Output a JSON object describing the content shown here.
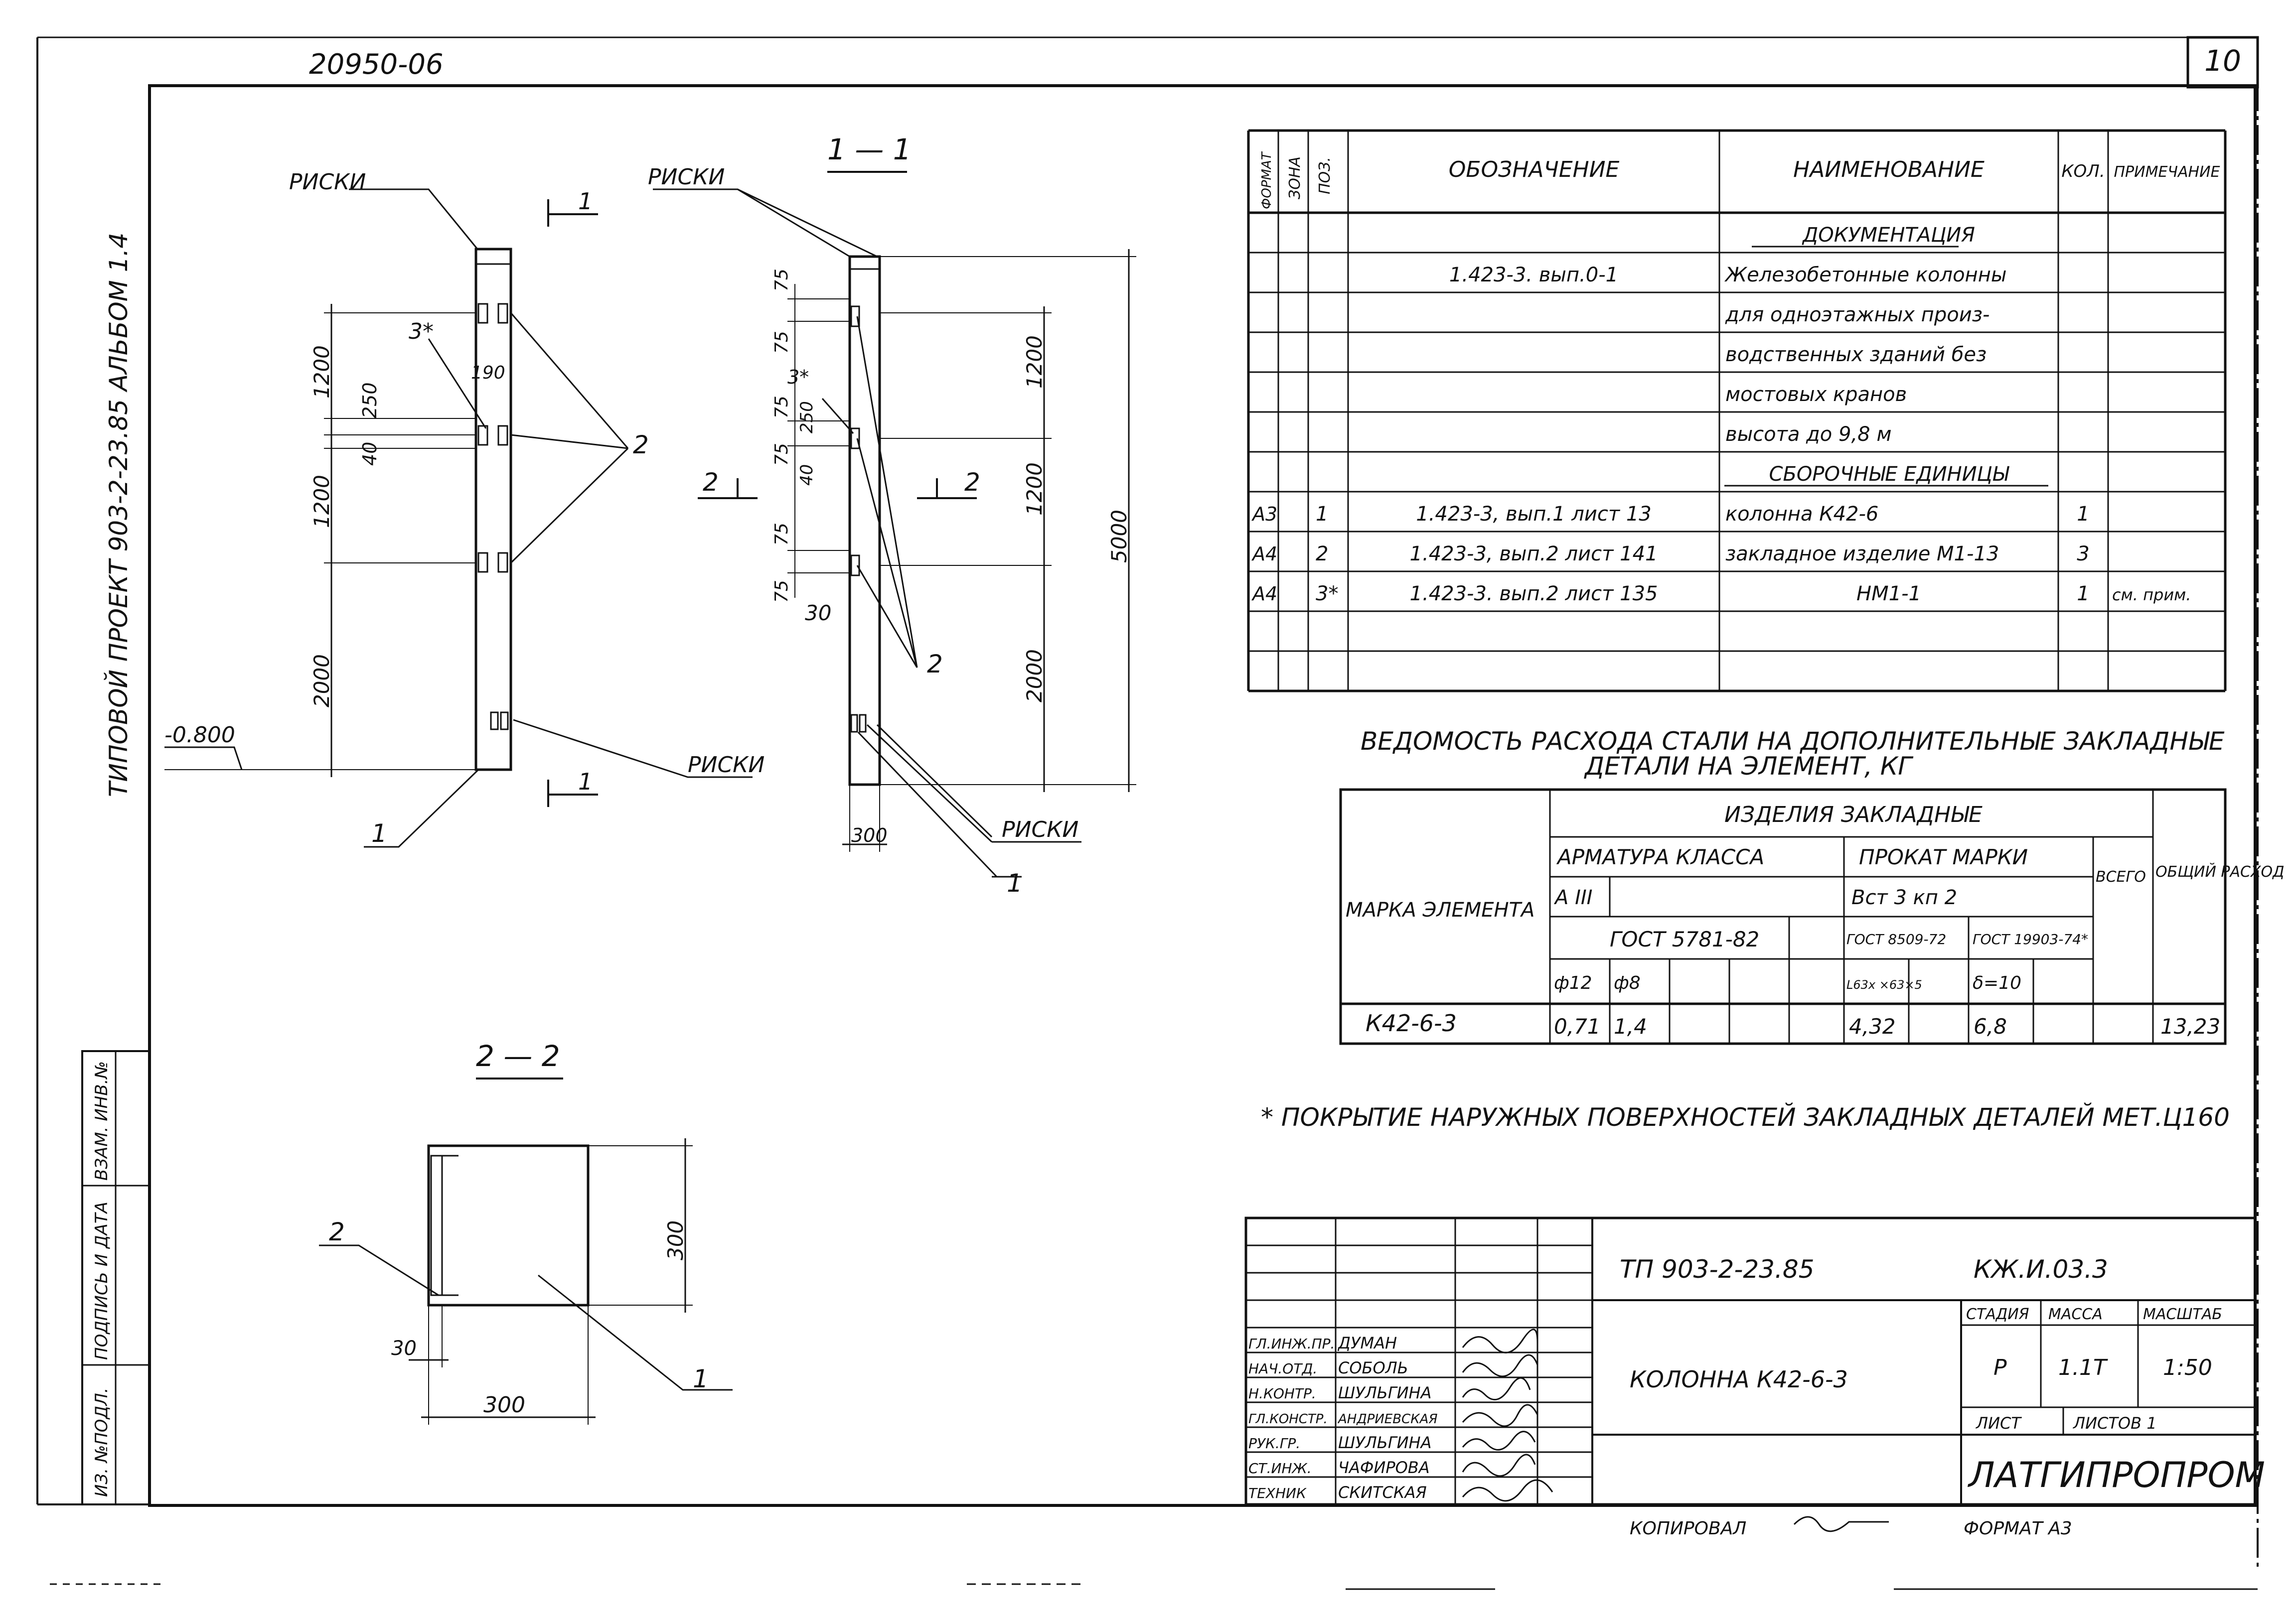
{
  "header": {
    "doc_number": "20950-06",
    "sheet_number": "10",
    "side_title": "ТИПОВОЙ ПРОЕКТ 903-2-23.85 АЛЬБОМ 1.4"
  },
  "side_stamp": {
    "fields": [
      "ВЗАМ. ИНВ.№",
      "ПОДПИСЬ И ДАТА",
      "ИЗ. №ПОДЛ."
    ]
  },
  "view_left": {
    "labels": {
      "riskn_top": "РИСКИ",
      "riskn_bottom": "РИСКИ",
      "level": "-0.800",
      "pos_1": "1",
      "pos_2": "2",
      "pos_3": "3*",
      "cut_mark_top": "1",
      "cut_mark_bottom": "1"
    },
    "dims": [
      "1200",
      "1200",
      "2000",
      "250",
      "40",
      "190"
    ]
  },
  "view_section_1": {
    "title": "1 — 1",
    "labels": {
      "riskn_top": "РИСКИ",
      "riskn_bottom": "РИСКИ",
      "pos_1": "1",
      "pos_2": "2",
      "pos_3": "3*",
      "cut_2_left": "2",
      "cut_2_right": "2"
    },
    "dims": [
      "75",
      "75",
      "75",
      "75",
      "75",
      "75",
      "250",
      "40",
      "30",
      "1200",
      "1200",
      "2000",
      "5000",
      "300"
    ]
  },
  "view_section_2": {
    "title": "2 — 2",
    "labels": {
      "pos_1": "1",
      "pos_2": "2"
    },
    "dims": [
      "300",
      "300",
      "30"
    ]
  },
  "spec_table": {
    "headers": [
      "ФОРМАТ",
      "ЗОНА",
      "ПОЗ.",
      "ОБОЗНАЧЕНИЕ",
      "НАИМЕНОВАНИЕ",
      "КОЛ.",
      "ПРИМЕЧАНИЕ"
    ],
    "rows": [
      {
        "format": "",
        "zone": "",
        "pos": "",
        "designation": "",
        "name": "ДОКУМЕНТАЦИЯ",
        "qty": "",
        "note": ""
      },
      {
        "format": "",
        "zone": "",
        "pos": "",
        "designation": "1.423-3. вып.0-1",
        "name": "Железобетонные колонны",
        "qty": "",
        "note": ""
      },
      {
        "format": "",
        "zone": "",
        "pos": "",
        "designation": "",
        "name": "для одноэтажных произ-",
        "qty": "",
        "note": ""
      },
      {
        "format": "",
        "zone": "",
        "pos": "",
        "designation": "",
        "name": "водственных зданий без",
        "qty": "",
        "note": ""
      },
      {
        "format": "",
        "zone": "",
        "pos": "",
        "designation": "",
        "name": "мостовых кранов",
        "qty": "",
        "note": ""
      },
      {
        "format": "",
        "zone": "",
        "pos": "",
        "designation": "",
        "name": "высота до 9,8 м",
        "qty": "",
        "note": ""
      },
      {
        "format": "",
        "zone": "",
        "pos": "",
        "designation": "",
        "name": "СБОРОЧНЫЕ ЕДИНИЦЫ",
        "qty": "",
        "note": ""
      },
      {
        "format": "А3",
        "zone": "",
        "pos": "1",
        "designation": "1.423-3, вып.1 лист 13",
        "name": "колонна К42-6",
        "qty": "1",
        "note": ""
      },
      {
        "format": "А4",
        "zone": "",
        "pos": "2",
        "designation": "1.423-3, вып.2 лист 141",
        "name": "закладное изделие М1-13",
        "qty": "3",
        "note": ""
      },
      {
        "format": "А4",
        "zone": "",
        "pos": "3*",
        "designation": "1.423-3. вып.2 лист 135",
        "name": "НМ1-1",
        "qty": "1",
        "note": "см. прим."
      },
      {
        "format": "",
        "zone": "",
        "pos": "",
        "designation": "",
        "name": "",
        "qty": "",
        "note": ""
      },
      {
        "format": "",
        "zone": "",
        "pos": "",
        "designation": "",
        "name": "",
        "qty": "",
        "note": ""
      }
    ]
  },
  "steel_table": {
    "title_line1": "ВЕДОМОСТЬ РАСХОДА СТАЛИ НА ДОПОЛНИТЕЛЬНЫЕ ЗАКЛАДНЫЕ",
    "title_line2": "ДЕТАЛИ НА ЭЛЕМЕНТ, КГ",
    "element_mark_header": "МАРКА ЭЛЕМЕНТА",
    "group_header": "ИЗДЕЛИЯ ЗАКЛАДНЫЕ",
    "armature_header": "АРМАТУРА КЛАССА",
    "rolled_header": "ПРОКАТ МАРКИ",
    "total_header": "ВСЕГО",
    "overall_header": "ОБЩИЙ РАСХОД",
    "armature_class": "А III",
    "rolled_grade": "Вст 3 кп 2",
    "gost_armature": "ГОСТ 5781-82",
    "gost_rolled_1": "ГОСТ 8509-72",
    "gost_rolled_2": "ГОСТ 19903-74*",
    "size_cols": [
      "ф12",
      "ф8",
      "",
      "",
      "",
      "L63х ×63×5",
      "",
      "δ=10",
      "",
      ""
    ],
    "row": {
      "mark": "К42-6-3",
      "values": [
        "0,71",
        "1,4",
        "",
        "",
        "",
        "4,32",
        "",
        "6,8",
        "",
        ""
      ],
      "overall": "13,23"
    }
  },
  "note_text": "* ПОКРЫТИЕ НАРУЖНЫХ ПОВЕРХНОСТЕЙ ЗАКЛАДНЫХ ДЕТАЛЕЙ МЕТ.Ц160",
  "title_block": {
    "project_code": "ТП 903-2-23.85",
    "drawing_code": "КЖ.И.03.3",
    "title": "КОЛОННА К42-6-3",
    "stage_header": "СТАДИЯ",
    "mass_header": "МАССА",
    "scale_header": "МАСШТАБ",
    "stage": "Р",
    "mass": "1.1Т",
    "scale": "1:50",
    "sheet_label": "ЛИСТ",
    "sheets_label": "ЛИСТОВ 1",
    "organization": "ЛАТГИПРОПРОМ",
    "copied_label": "КОПИРОВАЛ",
    "format_label": "ФОРМАТ А3",
    "people": [
      {
        "role": "ГЛ.ИНЖ.ПР.",
        "name": "ДУМАН"
      },
      {
        "role": "НАЧ.ОТД.",
        "name": "СОБОЛЬ"
      },
      {
        "role": "Н.КОНТР.",
        "name": "ШУЛЬГИНА"
      },
      {
        "role": "ГЛ.КОНСТР.",
        "name": "АНДРИЕВСКАЯ"
      },
      {
        "role": "РУК.ГР.",
        "name": "ШУЛЬГИНА"
      },
      {
        "role": "СТ.ИНЖ.",
        "name": "ЧАФИРОВА"
      },
      {
        "role": "ТЕХНИК",
        "name": "СКИТСКАЯ"
      }
    ]
  }
}
